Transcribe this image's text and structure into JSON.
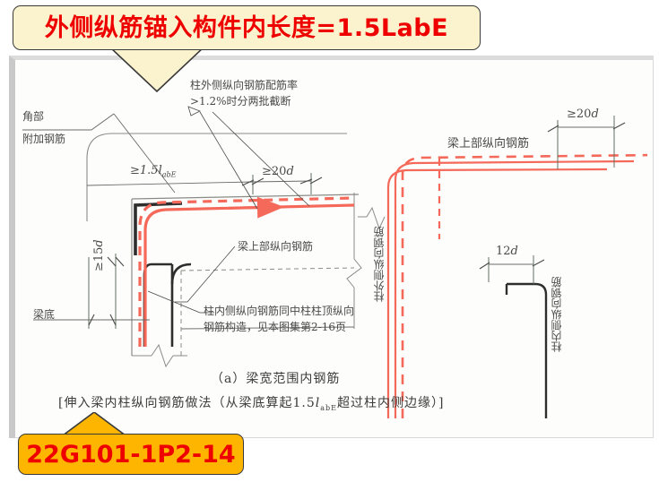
{
  "callout_top": {
    "text": "外侧纵筋锚入构件内长度=1.5LabE",
    "bg_color": "#fbf3cd",
    "text_color": "#ee0000"
  },
  "badge_bottom": {
    "text": "22G101-1P2-14",
    "bg_color": "#fdb500",
    "text_color": "#ee0000"
  },
  "drawing": {
    "colors": {
      "rebar_outer": "#f4695a",
      "rebar_inner": "#2e2e2e",
      "outline": "#6b6b68",
      "dimension": "#5f6f5f"
    },
    "left_view": {
      "labels": {
        "corner_extra_rebar_line1": "角部",
        "corner_extra_rebar_line2": "附加钢筋",
        "beam_bottom": "梁底",
        "dim_anchor": "≥1.5",
        "dim_anchor_sym": "l",
        "dim_anchor_sub": "abE",
        "dim_20d_prefix": "≥20",
        "dim_20d_sym": "d",
        "dim_15d_prefix": "≥15",
        "dim_15d_sym": "d",
        "note_ratio_line1": "柱外侧纵向钢筋配筋率",
        "note_ratio_line2": ">1.2%时分两批截断",
        "beam_top_rebar": "梁上部纵向钢筋",
        "note_inner_line1": "柱内侧纵向钢筋同中柱柱顶纵向",
        "note_inner_line2": "钢筋构造，见本图集第2-16页"
      }
    },
    "right_view": {
      "labels": {
        "col_outer_rebar": "柱外侧纵向钢筋",
        "col_inner_rebar": "柱内侧纵向钢筋",
        "beam_top_rebar": "梁上部纵向钢筋",
        "dim_20d_prefix": "≥20",
        "dim_20d_sym": "d",
        "dim_12d_prefix": "12",
        "dim_12d_sym": "d"
      }
    },
    "captions": {
      "figure_title": "（a）梁宽范围内钢筋",
      "figure_note_pre": "[伸入梁内柱纵向钢筋做法（从梁底算起1.5",
      "figure_note_sym": "l",
      "figure_note_sub": "abE",
      "figure_note_post": "超过柱内侧边缘）]"
    }
  }
}
